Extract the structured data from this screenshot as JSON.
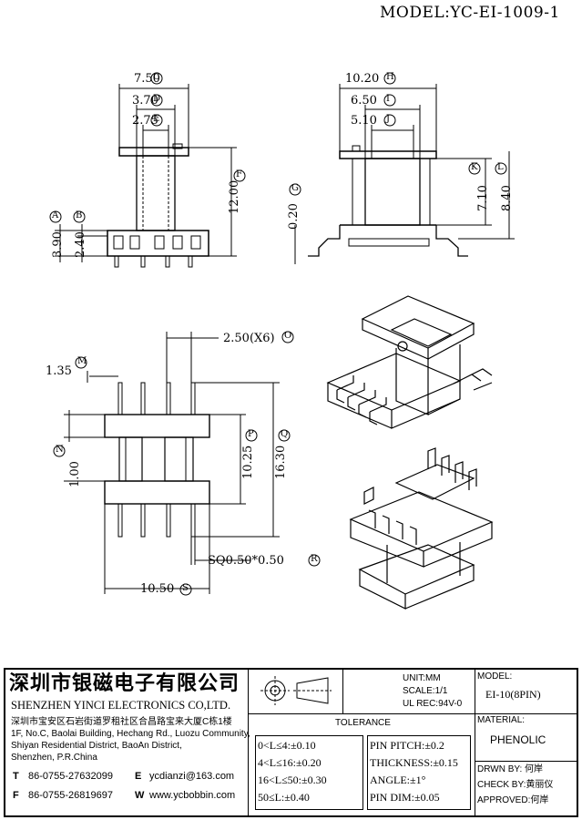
{
  "model_header": "MODEL:YC-EI-1009-1",
  "dimensions": {
    "top_left_view": {
      "w1": "7.50",
      "w1_tag": "C",
      "w2": "3.70",
      "w2_tag": "D",
      "w3": "2.75",
      "w3_tag": "E",
      "h_total": "12.00",
      "h_total_tag": "F",
      "tag_a": "A",
      "tag_b": "B",
      "h_a": "3.90",
      "h_b": "2.40"
    },
    "top_right_view": {
      "w1": "10.20",
      "w1_tag": "H",
      "w2": "6.50",
      "w2_tag": "I",
      "w3": "5.10",
      "w3_tag": "J",
      "h_k": "7.10",
      "h_k_tag": "K",
      "h_l": "8.40",
      "h_l_tag": "L",
      "side": "0.20",
      "side_tag": "G"
    },
    "bottom_view": {
      "pitch": "2.50(X6)",
      "pitch_tag": "O",
      "m": "1.35",
      "m_tag": "M",
      "n": "1.00",
      "n_tag": "N",
      "p": "10.25",
      "p_tag": "P",
      "q": "16.30",
      "q_tag": "Q",
      "pin": "SQ0.50*0.50",
      "pin_tag": "R",
      "width": "10.50",
      "width_tag": "S"
    }
  },
  "title_block": {
    "company_cn": "深圳市银磁电子有限公司",
    "company_en": "SHENZHEN YINCI ELECTRONICS CO,LTD.",
    "address_cn": "深圳市宝安区石岩街道罗租社区合昌路宝来大厦C栋1楼",
    "address_en_1": "1F, No.C, Baolai Building, Hechang Rd., Luozu Community,",
    "address_en_2": "Shiyan Residential District, BaoAn District,",
    "address_en_3": "Shenzhen, P.R.China",
    "tel_label": "T",
    "tel": "86-0755-27632099",
    "fax_label": "F",
    "fax": "86-0755-26819697",
    "email_label": "E",
    "email": "ycdianzi@163.com",
    "web_label": "W",
    "web": "www.ycbobbin.com",
    "unit": "UNIT:MM",
    "scale": "SCALE:1/1",
    "ul": "UL REC:94V-0",
    "model_label": "MODEL:",
    "model_value": "EI-10(8PIN)",
    "tolerance_title": "TOLERANCE",
    "tol_rows": [
      "0<L≤4:±0.10",
      "4<L≤16:±0.20",
      "16<L≤50:±0.30",
      "50≤L:±0.40"
    ],
    "tol_rows2": [
      "PIN PITCH:±0.2",
      "THICKNESS:±0.15",
      "ANGLE:±1°",
      "PIN DIM:±0.05"
    ],
    "material_label": "MATERIAL:",
    "material": "PHENOLIC",
    "drwn": "DRWN BY: 何岸",
    "check": "CHECK BY:黄丽仪",
    "approved": "APPROVED:何岸"
  }
}
